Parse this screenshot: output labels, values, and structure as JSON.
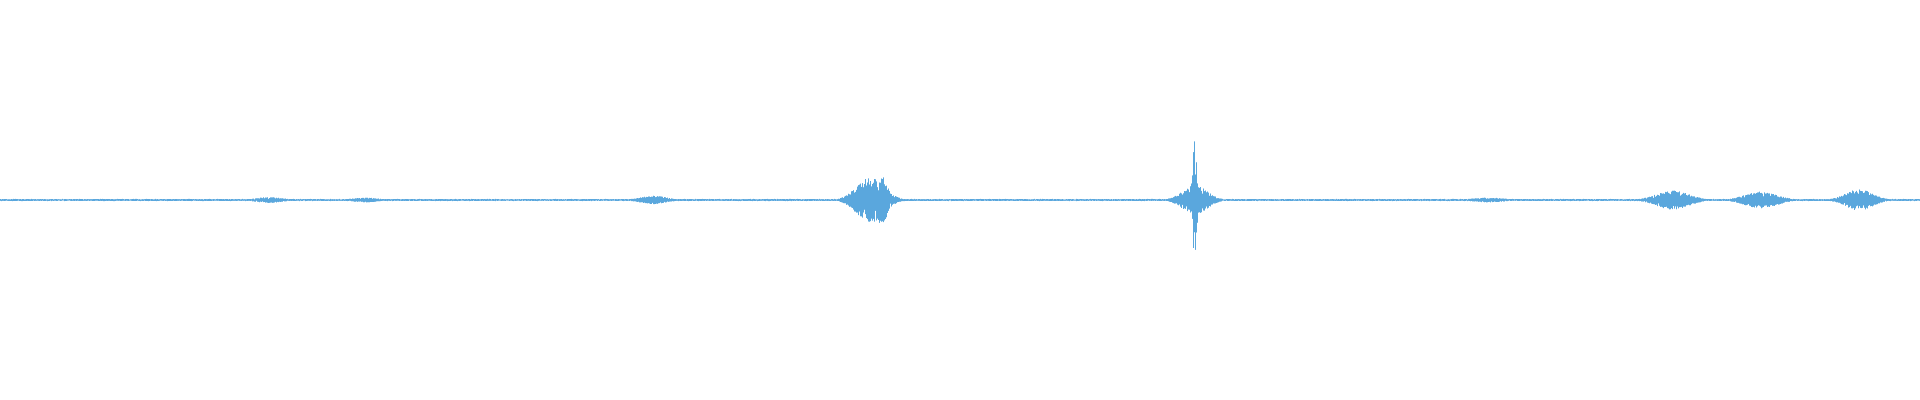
{
  "waveform": {
    "color": "#5aa7dd",
    "background": "#ffffff",
    "amplitude_scale": 1.0,
    "baseline_noise": 0.018,
    "bursts": [
      {
        "center": 0.14,
        "width": 0.01,
        "amplitude": 0.05,
        "label": ""
      },
      {
        "center": 0.19,
        "width": 0.01,
        "amplitude": 0.04,
        "label": ""
      },
      {
        "center": 0.34,
        "width": 0.01,
        "amplitude": 0.07,
        "label": ""
      },
      {
        "center": 0.453,
        "width": 0.01,
        "amplitude": 0.38,
        "label": ""
      },
      {
        "center": 0.459,
        "width": 0.004,
        "amplitude": 0.42,
        "label": ""
      },
      {
        "center": 0.622,
        "width": 0.009,
        "amplitude": 0.25,
        "label": ""
      },
      {
        "center": 0.622,
        "width": 0.0015,
        "amplitude": 1.0,
        "label": ""
      },
      {
        "center": 0.775,
        "width": 0.012,
        "amplitude": 0.04,
        "label": ""
      },
      {
        "center": 0.871,
        "width": 0.012,
        "amplitude": 0.16,
        "label": ""
      },
      {
        "center": 0.917,
        "width": 0.012,
        "amplitude": 0.14,
        "label": ""
      },
      {
        "center": 0.968,
        "width": 0.01,
        "amplitude": 0.18,
        "label": ""
      }
    ]
  }
}
